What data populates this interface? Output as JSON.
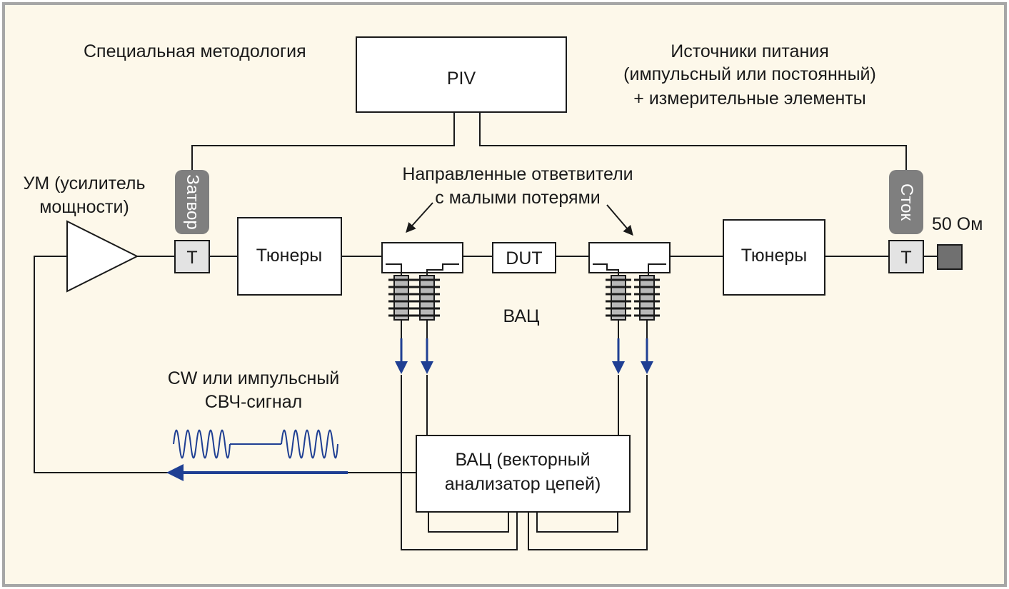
{
  "colors": {
    "background": "#fdf8ea",
    "border": "#a6a6a6",
    "line": "#1a1a1a",
    "signal_blue": "#1f3f93",
    "tee_fill": "#e3e3e3",
    "bias_tag_fill": "#7f7f7f",
    "load_fill": "#707070"
  },
  "labels": {
    "methodology": "Специальная методология",
    "piv": "PIV",
    "power_sources_line1": "Источники питания",
    "power_sources_line2": "(импульсный или постоянный)",
    "power_sources_line3": "+ измерительные элементы",
    "amp_line1": "УМ (усилитель",
    "amp_line2": "мощности)",
    "gate": "Затвор",
    "drain": "Сток",
    "tee": "T",
    "tuners": "Тюнеры",
    "couplers_line1": "Направленные ответвители",
    "couplers_line2": "с малыми потерями",
    "dut": "DUT",
    "load": "50 Ом",
    "vna_short": "ВАЦ",
    "signal_line1": "CW или импульсный",
    "signal_line2": "СВЧ-сигнал",
    "vna_line1": "ВАЦ (векторный",
    "vna_line2": "анализатор цепей)"
  },
  "icons": [
    "amplifier-triangle-icon",
    "bias-tee-icon",
    "coupler-icon",
    "attenuator-coil-icon",
    "arrow-down-icon",
    "arrow-left-icon",
    "load-50-ohm-icon",
    "rf-pulse-wave-icon"
  ]
}
